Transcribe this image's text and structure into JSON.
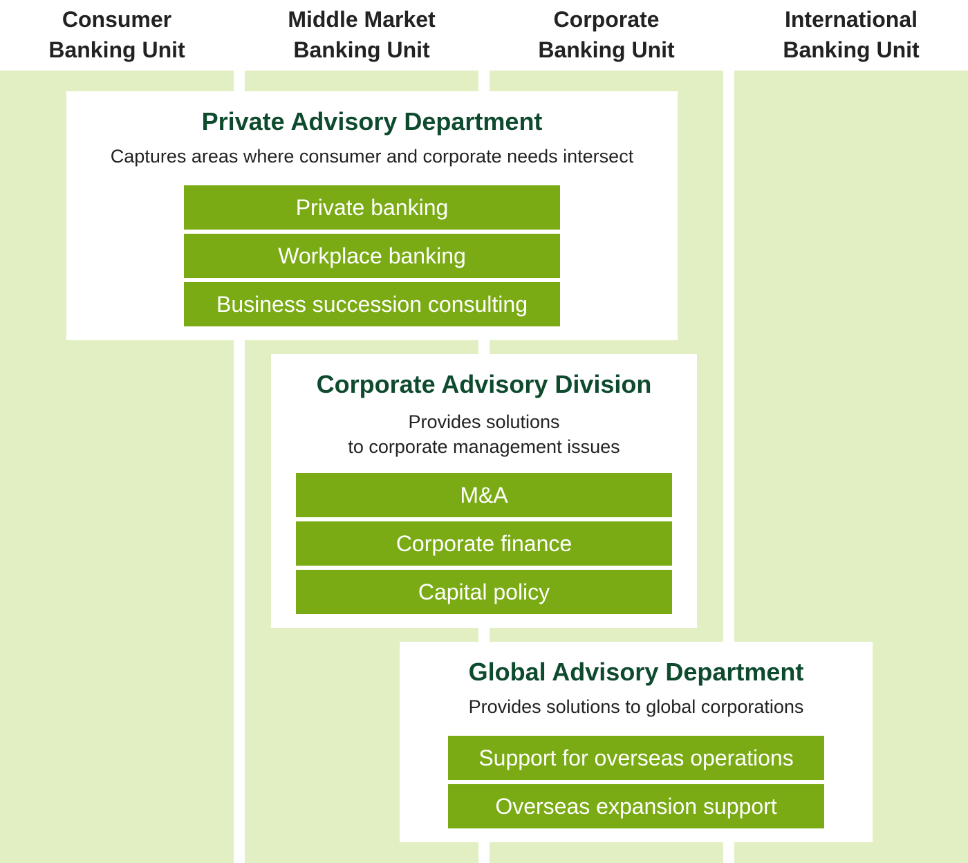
{
  "units": [
    {
      "line1": "Consumer",
      "line2": "Banking Unit"
    },
    {
      "line1": "Middle Market",
      "line2": "Banking Unit"
    },
    {
      "line1": "Corporate",
      "line2": "Banking Unit"
    },
    {
      "line1": "International",
      "line2": "Banking Unit"
    }
  ],
  "private_advisory": {
    "title": "Private Advisory Department",
    "description": "Captures areas where consumer and corporate needs intersect",
    "items": [
      "Private banking",
      "Workplace banking",
      "Business succession consulting"
    ]
  },
  "corporate_advisory": {
    "title": "Corporate Advisory Division",
    "description_line1": "Provides solutions",
    "description_line2": "to corporate management issues",
    "items": [
      "M&A",
      "Corporate finance",
      "Capital policy"
    ]
  },
  "global_advisory": {
    "title": "Global Advisory Department",
    "description": "Provides solutions to global corporations",
    "items": [
      "Support for overseas operations",
      "Overseas expansion support"
    ]
  },
  "colors": {
    "band": "#e2efc3",
    "item_fill": "#7aab14",
    "title_text": "#0e4a2e"
  }
}
